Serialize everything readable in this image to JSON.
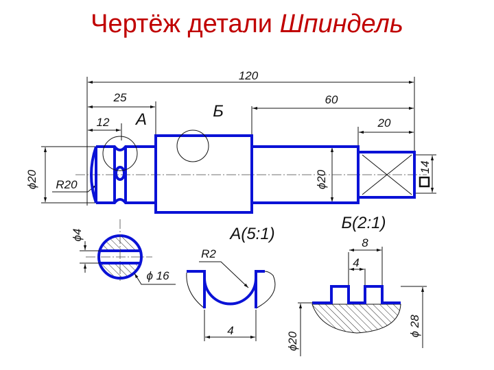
{
  "title": {
    "main": "Чертёж детали",
    "part": "Шпиндель"
  },
  "dimensions": {
    "total_length": "120",
    "len_25": "25",
    "len_12": "12",
    "len_60": "60",
    "len_20": "20",
    "dia_20_left": "ϕ20",
    "dia_20_right": "ϕ20",
    "radius_20": "R20",
    "square_14": "14",
    "dia_4": "ϕ4",
    "dia_16": "ϕ 16",
    "radius_2": "R2",
    "detail_a_width": "4",
    "detail_b_8": "8",
    "detail_b_4": "4",
    "detail_b_dia20": "ϕ20",
    "detail_b_dia28": "ϕ 28"
  },
  "labels": {
    "detail_a": "А",
    "detail_b": "Б",
    "view_a": "А(5:1)",
    "view_b": "Б(2:1)"
  },
  "colors": {
    "title": "#c00000",
    "contour": "#0a12d6",
    "line": "#111111"
  }
}
